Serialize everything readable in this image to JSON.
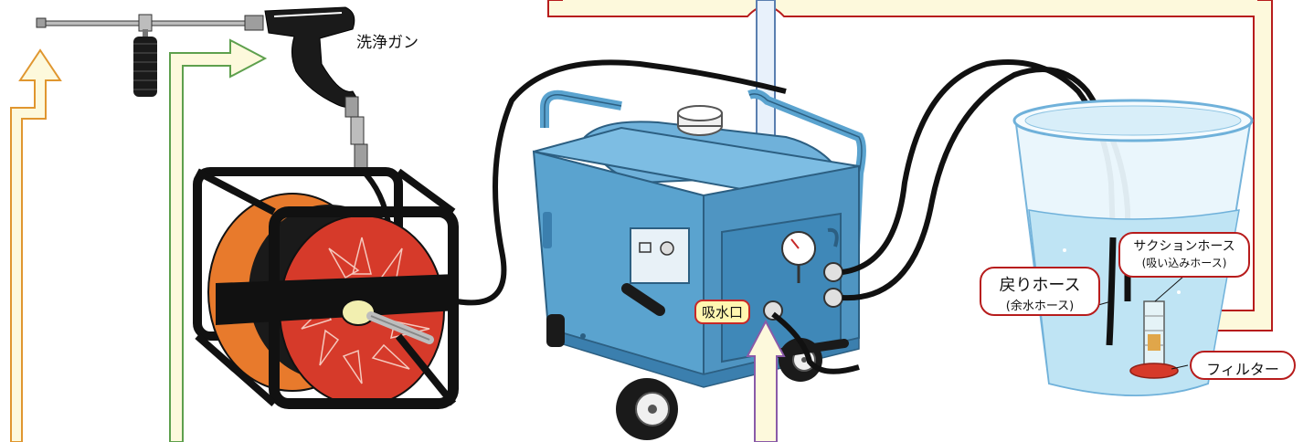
{
  "labels": {
    "spray_gun": "洗浄ガン",
    "return_hose": "戻りホース",
    "return_hose_sub": "(余水ホース)",
    "suction_hose": "サクションホース",
    "suction_hose_sub": "(吸い込みホース)",
    "filter": "フィルター",
    "water_inlet": "吸水口"
  },
  "colors": {
    "machine_blue": "#5aa3cf",
    "machine_dark": "#3b7fae",
    "reel_red": "#d63a2a",
    "reel_orange": "#e87a2c",
    "hose_black": "#111111",
    "arrow_cream": "#fdf9dc",
    "arrow_orange": "#e0962f",
    "arrow_green": "#5ea04d",
    "arrow_lightblue": "#e8f1fb",
    "arrow_blue_outline": "#5a7fb0",
    "arrow_purple_outline": "#8a5aa8",
    "arrow_red_outline": "#b71c1c",
    "bucket_water": "#bfe4f4",
    "label_border": "#b71c1c",
    "inlet_fill": "#fff6b0"
  }
}
